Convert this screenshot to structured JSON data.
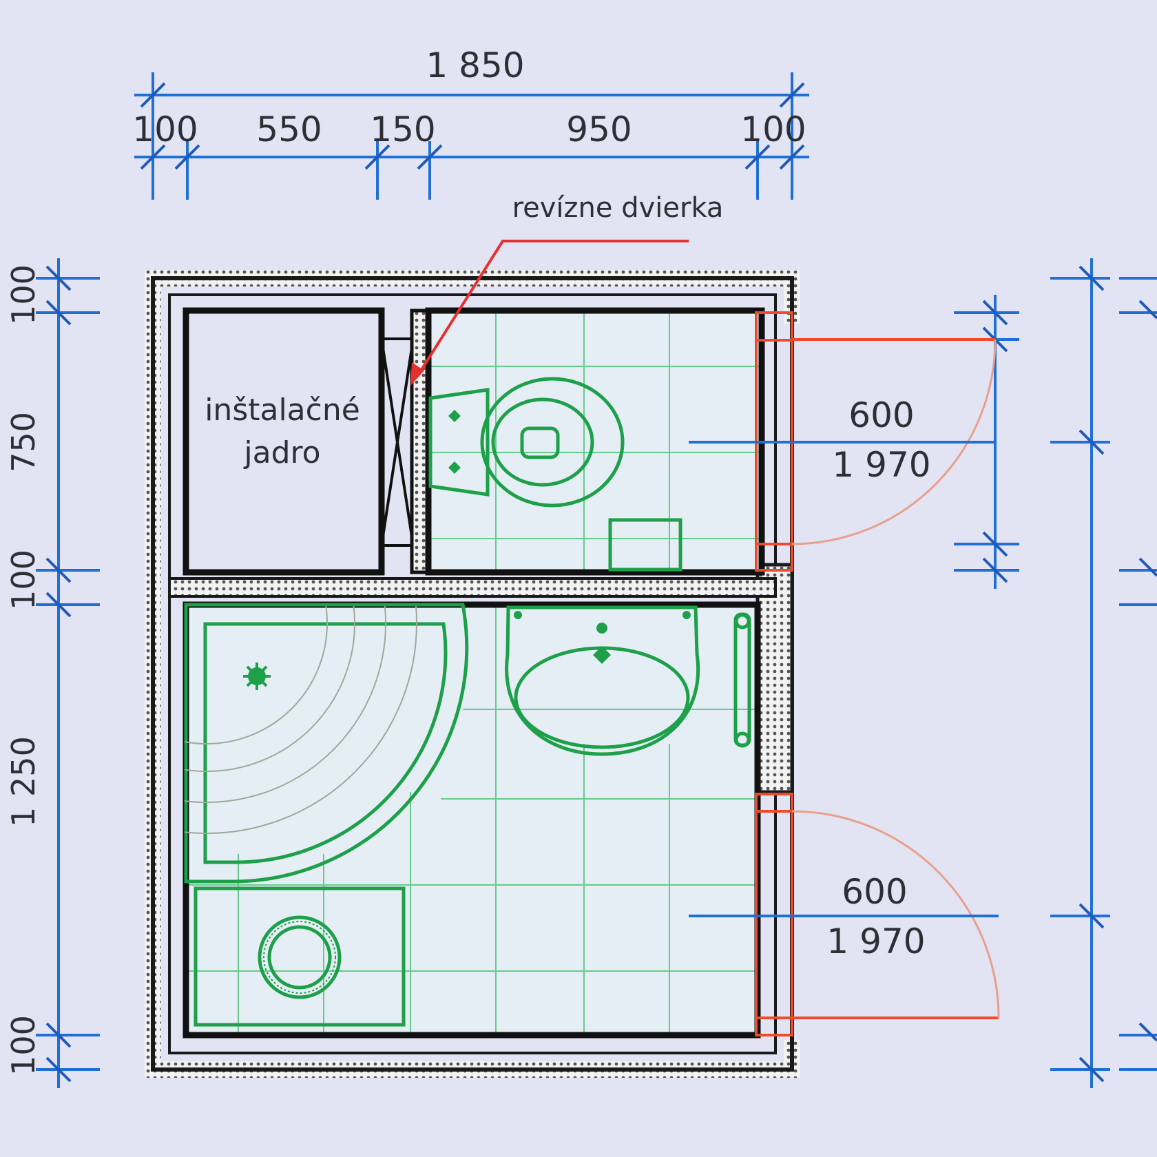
{
  "plan": {
    "top_total": "1 850",
    "top_segments": [
      "100",
      "550",
      "150",
      "950",
      "100"
    ],
    "left_segments": [
      "100",
      "750",
      "100",
      "1 250",
      "100"
    ],
    "annotation": "revízne dvierka",
    "core_label_line1": "inštalačné",
    "core_label_line2": "jadro",
    "door_upper": {
      "width": "600",
      "height": "1 970"
    },
    "door_lower": {
      "width": "600",
      "height": "1 970"
    }
  },
  "colors": {
    "background": "#e2e4f3",
    "dimension_lines": "#1f6fd6",
    "fixtures": "#1ea04a",
    "doors": "#ef4a2a",
    "annotation_arrow": "#e63030"
  }
}
